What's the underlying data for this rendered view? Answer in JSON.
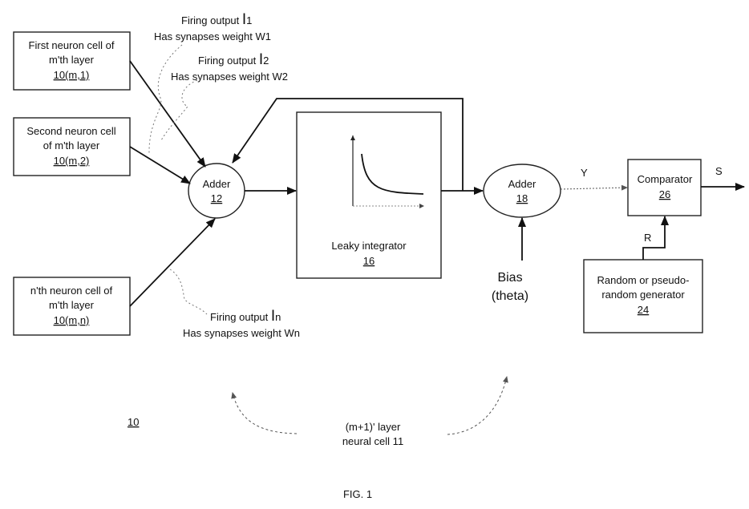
{
  "boxes": {
    "first_neuron": {
      "line1": "First neuron cell of",
      "line2": "m'th layer",
      "ref": "10(m,1)"
    },
    "second_neuron": {
      "line1": "Second neuron cell",
      "line2": "of m'th layer",
      "ref": "10(m,2)"
    },
    "nth_neuron": {
      "line1": "n'th neuron cell of",
      "line2": "m'th layer",
      "ref": "10(m,n)"
    },
    "adder12": {
      "label": "Adder",
      "ref": "12"
    },
    "integrator": {
      "label": "Leaky integrator",
      "ref": "16"
    },
    "adder18": {
      "label": "Adder",
      "ref": "18"
    },
    "comparator": {
      "label": "Comparator",
      "ref": "26"
    },
    "random_gen": {
      "line1": "Random or pseudo-",
      "line2": "random generator",
      "ref": "24"
    }
  },
  "annotations": {
    "firing1": {
      "prefix": "Firing output",
      "I": "I",
      "sub": "1",
      "line2": "Has synapses weight W1"
    },
    "firing2": {
      "prefix": "Firing output",
      "I": "I",
      "sub": "2",
      "line2": "Has synapses weight W2"
    },
    "firingn": {
      "prefix": "Firing output",
      "I": "I",
      "sub": "n",
      "line2": "Has synapses weight Wn"
    },
    "bias_line1": "Bias",
    "bias_line2": "(theta)",
    "Y": "Y",
    "S": "S",
    "R": "R",
    "layer_line1": "(m+1)' layer",
    "layer_line2": "neural cell 11",
    "ref10": "10",
    "fig": "FIG. 1"
  }
}
